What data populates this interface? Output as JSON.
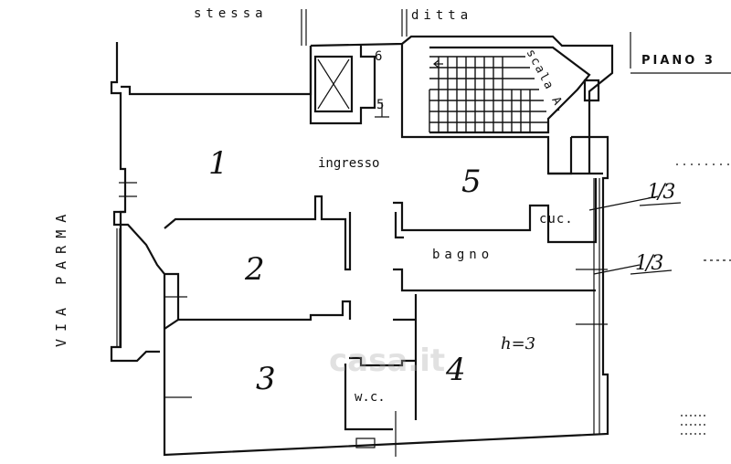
{
  "header": {
    "floor_label": "PIANO 3",
    "top_left": "stessa",
    "top_right": "ditta"
  },
  "street": "VIA PARMA",
  "stairs": {
    "label": "scala A.",
    "number_upper": "6",
    "number_lower": "5"
  },
  "rooms": {
    "r1": "1",
    "r2": "2",
    "r3": "3",
    "r4": "4",
    "r5": "5",
    "entrance": "ingresso",
    "kitchen": "cuc.",
    "bathroom": "bagno",
    "wc": "w.c.",
    "height": "h=3"
  },
  "notes": {
    "fraction_a": "1/3",
    "fraction_b": "1/3"
  },
  "watermark": "casa.it"
}
